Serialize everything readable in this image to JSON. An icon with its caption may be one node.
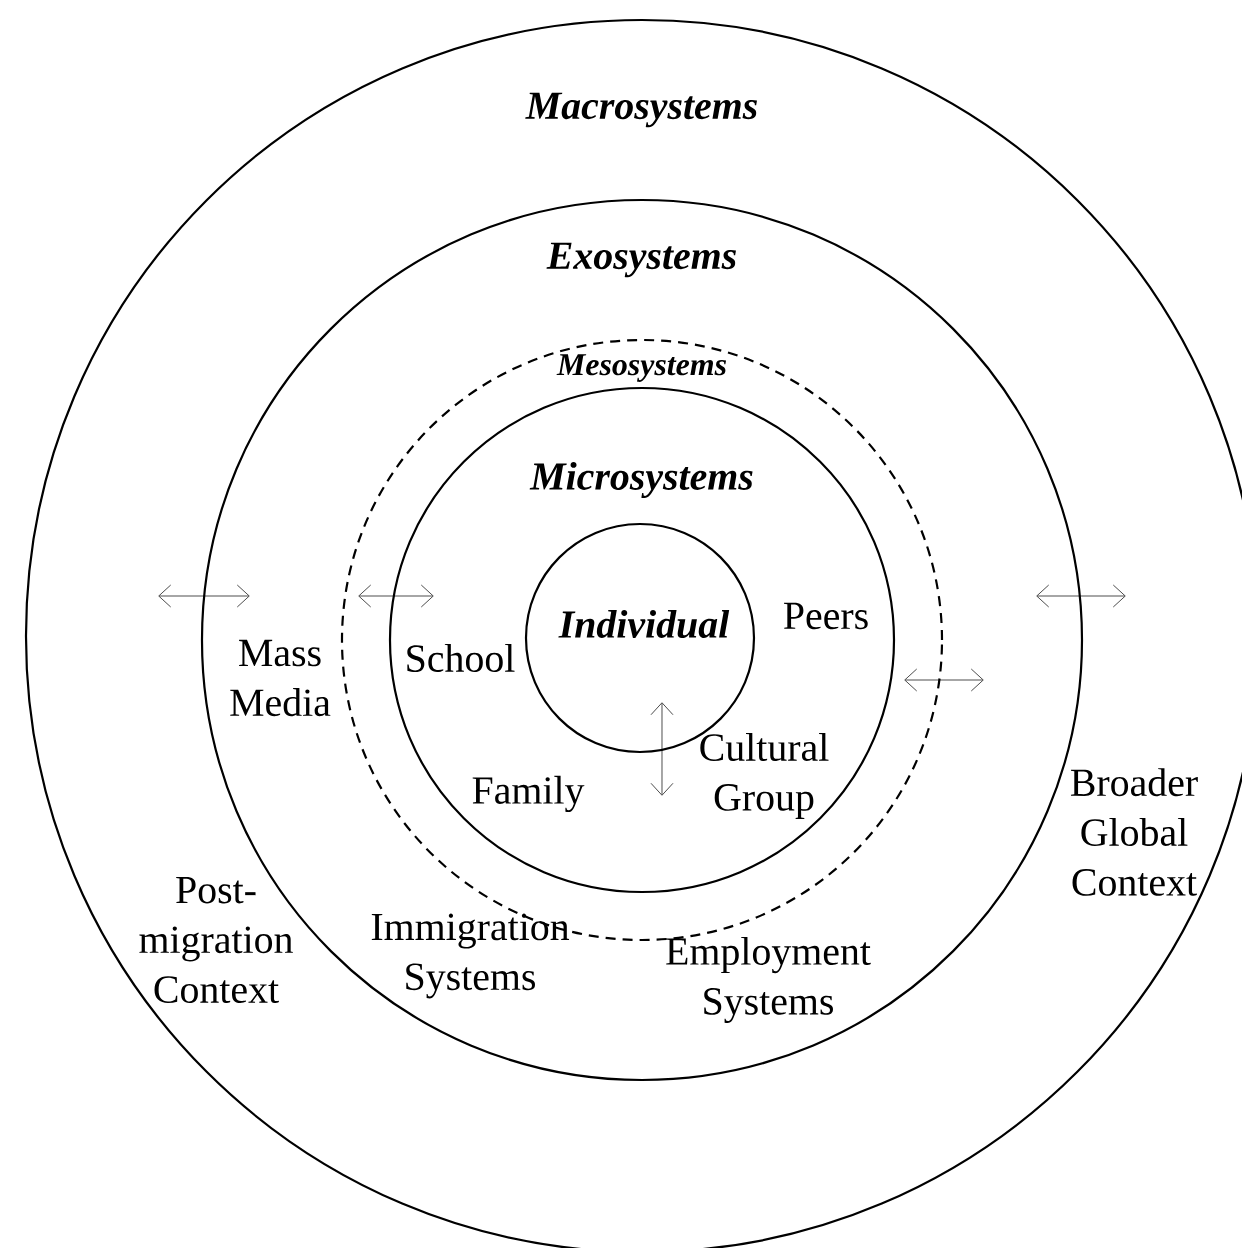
{
  "diagram": {
    "nodes": [
      {
        "text": [
          "Macrosystems",
          "Post-migration Context",
          "Broader Global Context"
        ]
      },
      {
        "text": [
          "Exosystems",
          "Mass Media",
          "Immigration Systems",
          "Employment Systems"
        ],
        "in": 0
      },
      {
        "text": [
          "Mesosystems"
        ],
        "in": 1
      },
      {
        "text": [
          "Microsystems",
          "School",
          "Peers",
          "Family",
          "Cultural Group"
        ],
        "in": 2
      },
      {
        "text": [
          "Individual"
        ],
        "in": 3
      }
    ]
  }
}
